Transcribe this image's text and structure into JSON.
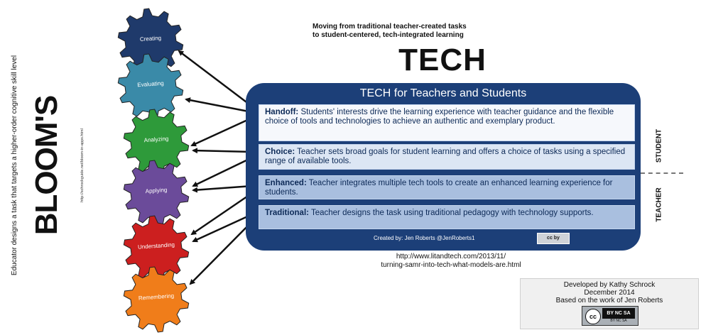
{
  "side_caption": "Educator designs a task that targets a higher-order cognitive skill level",
  "bloom_title": "BLOOM'S",
  "bloom_url": "http://schrockguide.net/bloom-in-apps.html",
  "gears": [
    {
      "label": "Creating",
      "color": "#1f3a6b"
    },
    {
      "label": "Evaluating",
      "color": "#3a8aa8"
    },
    {
      "label": "Analyzing",
      "color": "#2e9a3a"
    },
    {
      "label": "Applying",
      "color": "#6b4b9a"
    },
    {
      "label": "Understanding",
      "color": "#cc1f1f"
    },
    {
      "label": "Remembering",
      "color": "#f07d1a"
    }
  ],
  "header": {
    "subtitle_line1": "Moving from traditional teacher-created tasks",
    "subtitle_line2": "to student-centered, tech-integrated learning",
    "title": "TECH"
  },
  "panel": {
    "title": "TECH for Teachers and Students",
    "levels": [
      {
        "name": "Handoff:",
        "text": " Students' interests drive the learning experience with teacher guidance and the flexible choice of tools and technologies to achieve an authentic and exemplary product."
      },
      {
        "name": "Choice:",
        "text": " Teacher sets broad goals for student learning and offers a choice of tasks using a specified range of available tools."
      },
      {
        "name": "Enhanced:",
        "text": " Teacher integrates multiple tech tools to create an enhanced learning experience for students."
      },
      {
        "name": "Traditional:",
        "text": " Teacher designs the task using traditional pedagogy with technology supports."
      }
    ],
    "credit": "Created by: Jen Roberts  @JenRoberts1",
    "badge": "cc by"
  },
  "side_labels": {
    "student": "STUDENT",
    "teacher": "TEACHER"
  },
  "source_url": {
    "line1": "http://www.litandtech.com/2013/11/",
    "line2": "turning-samr-into-tech-what-models-are.html"
  },
  "credit_box": {
    "line1": "Developed by Kathy Schrock",
    "line2": "December 2014",
    "line3": "Based on the work of Jen Roberts",
    "badge_text": "BY NC SA",
    "badge_sub": "BY NC SA",
    "badge_cc": "cc"
  },
  "colors": {
    "panel": "#1c3f78",
    "arrow": "#111111"
  }
}
